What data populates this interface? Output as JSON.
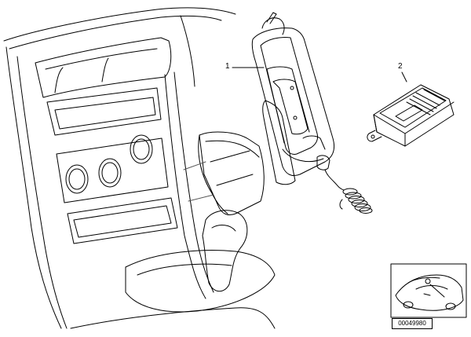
{
  "diagram": {
    "callouts": [
      {
        "id": "1",
        "label": "1"
      },
      {
        "id": "2",
        "label": "2"
      }
    ],
    "reference_code": "00049980"
  }
}
